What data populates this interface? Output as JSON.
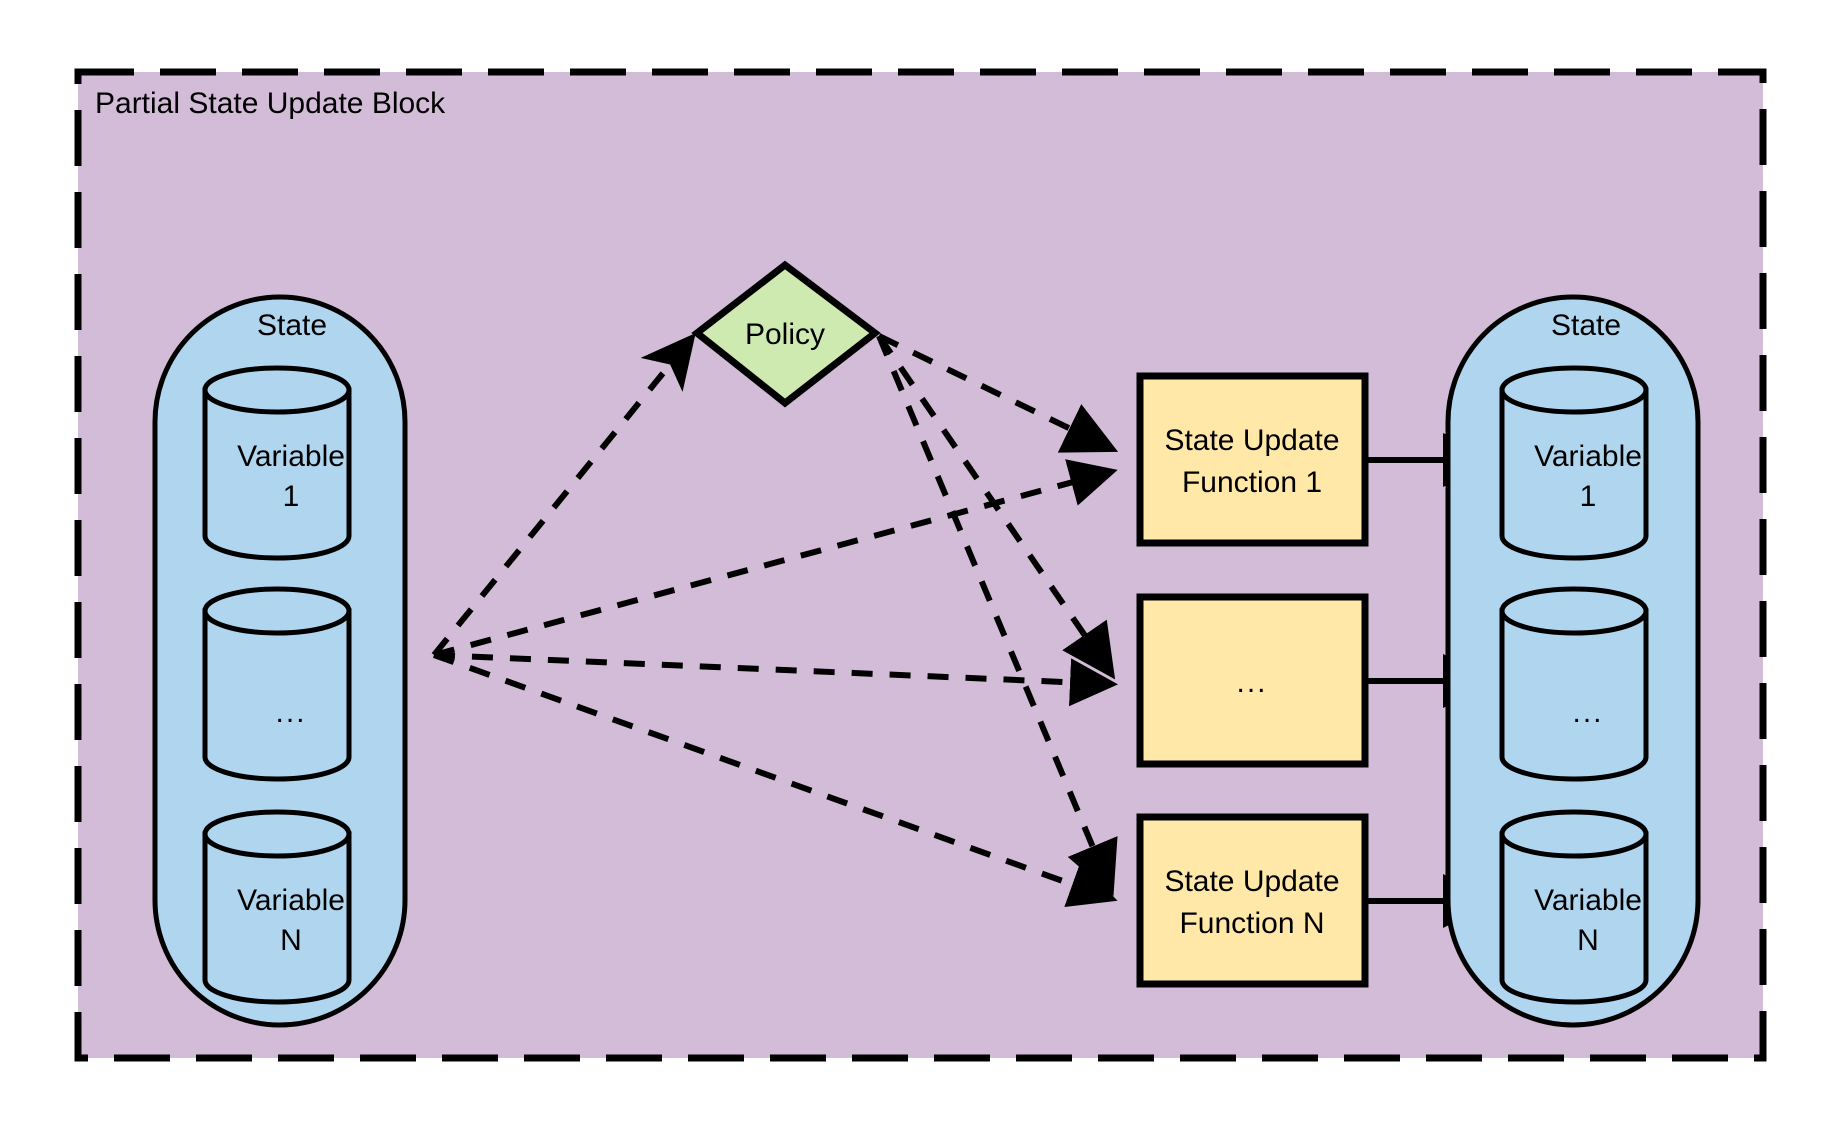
{
  "diagram": {
    "title": "Partial State Update Block",
    "type": "flow-diagram",
    "background": "#ffffff",
    "colors": {
      "block_fill": "#d2bcd8",
      "block_border": "#000000",
      "state_fill": "#b0d6ef",
      "state_border": "#000000",
      "policy_fill": "#cfeab0",
      "policy_border": "#000000",
      "function_fill": "#ffe8a8",
      "function_border": "#000000",
      "edge": "#000000",
      "text": "#000000"
    },
    "input_state": {
      "label": "State",
      "variables": [
        {
          "label_line1": "Variable",
          "label_line2": "1"
        },
        {
          "label_line1": "...",
          "label_line2": ""
        },
        {
          "label_line1": "Variable",
          "label_line2": "N"
        }
      ]
    },
    "output_state": {
      "label": "State",
      "variables": [
        {
          "label_line1": "Variable",
          "label_line2": "1"
        },
        {
          "label_line1": "...",
          "label_line2": ""
        },
        {
          "label_line1": "Variable",
          "label_line2": "N"
        }
      ]
    },
    "policy": {
      "label": "Policy"
    },
    "state_update_functions": [
      {
        "label_line1": "State Update",
        "label_line2": "Function 1"
      },
      {
        "label_line1": "...",
        "label_line2": ""
      },
      {
        "label_line1": "State Update",
        "label_line2": "Function N"
      }
    ],
    "edges": {
      "state_to_policy": {
        "style": "dashed",
        "arrow": "open"
      },
      "state_to_functions": {
        "style": "dashed",
        "arrow": "filled",
        "count": 3
      },
      "policy_to_functions": {
        "style": "dashed",
        "arrow": "filled",
        "count": 3
      },
      "functions_to_state": {
        "style": "solid",
        "arrow": "filled",
        "count": 3
      }
    }
  }
}
